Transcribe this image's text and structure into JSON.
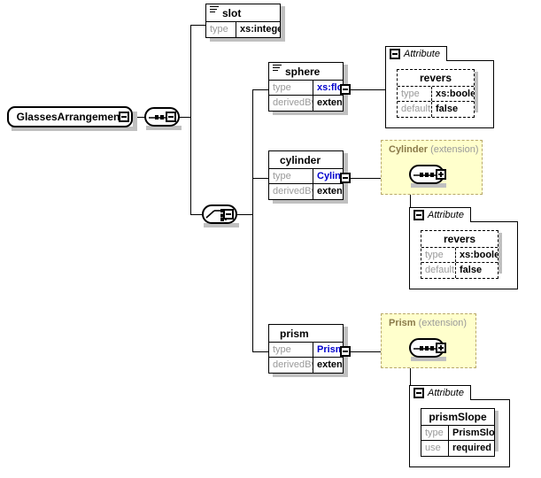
{
  "diagram": {
    "kind": "xml-schema-diagram",
    "root": {
      "label": "GlassesArrangement",
      "toggle": "minus"
    },
    "compositors": [
      {
        "id": "seq-root",
        "type": "sequence",
        "icon": "sequence-icon",
        "toggle": "minus"
      },
      {
        "id": "choice-1",
        "type": "choice",
        "icon": "choice-icon",
        "toggle": "minus"
      }
    ],
    "elements": [
      {
        "id": "slot",
        "name": "slot",
        "has_element_icon": true,
        "rows": [
          {
            "key": "type",
            "value": "xs:integer",
            "value_is_link": false
          }
        ]
      },
      {
        "id": "sphere",
        "name": "sphere",
        "has_element_icon": true,
        "toggle": "minus",
        "rows": [
          {
            "key": "type",
            "value": "xs:float",
            "value_is_link": true
          },
          {
            "key": "derivedBy",
            "value": "extension",
            "value_is_link": false
          }
        ]
      },
      {
        "id": "cylinder",
        "name": "cylinder",
        "has_element_icon": false,
        "toggle": "minus",
        "rows": [
          {
            "key": "type",
            "value": "Cylinder",
            "value_is_link": true
          },
          {
            "key": "derivedBy",
            "value": "extension",
            "value_is_link": false
          }
        ]
      },
      {
        "id": "prism",
        "name": "prism",
        "has_element_icon": false,
        "toggle": "minus",
        "rows": [
          {
            "key": "type",
            "value": "Prism",
            "value_is_link": true
          },
          {
            "key": "derivedBy",
            "value": "extension",
            "value_is_link": false
          }
        ]
      }
    ],
    "attribute_panels": [
      {
        "id": "attr-sphere",
        "tab_label": "Attribute",
        "tab_toggle": "minus",
        "attribute": {
          "name": "revers",
          "optional": true,
          "rows": [
            {
              "key": "type",
              "value": "xs:boolean"
            },
            {
              "key": "default",
              "value": "false"
            }
          ]
        }
      },
      {
        "id": "attr-cylinder",
        "tab_label": "Attribute",
        "tab_toggle": "minus",
        "attribute": {
          "name": "revers",
          "optional": true,
          "rows": [
            {
              "key": "type",
              "value": "xs:boolean"
            },
            {
              "key": "default",
              "value": "false"
            }
          ]
        }
      },
      {
        "id": "attr-prism",
        "tab_label": "Attribute",
        "tab_toggle": "minus",
        "attribute": {
          "name": "prismSlope",
          "optional": false,
          "rows": [
            {
              "key": "type",
              "value": "PrismSlope"
            },
            {
              "key": "use",
              "value": "required"
            }
          ]
        }
      }
    ],
    "extension_groups": [
      {
        "id": "ext-cylinder",
        "type_name": "Cylinder",
        "qualifier": "(extension)",
        "inner_compositor": "sequence",
        "inner_toggle": "plus"
      },
      {
        "id": "ext-prism",
        "type_name": "Prism",
        "qualifier": "(extension)",
        "inner_compositor": "sequence",
        "inner_toggle": "plus"
      }
    ],
    "colors": {
      "extension_fill": "#ffffcc",
      "extension_border": "#b9a96a",
      "type_link": "#0000cc",
      "key_text": "#9a9a9a",
      "shadow": "#c0c0c0",
      "line": "#000000"
    }
  }
}
